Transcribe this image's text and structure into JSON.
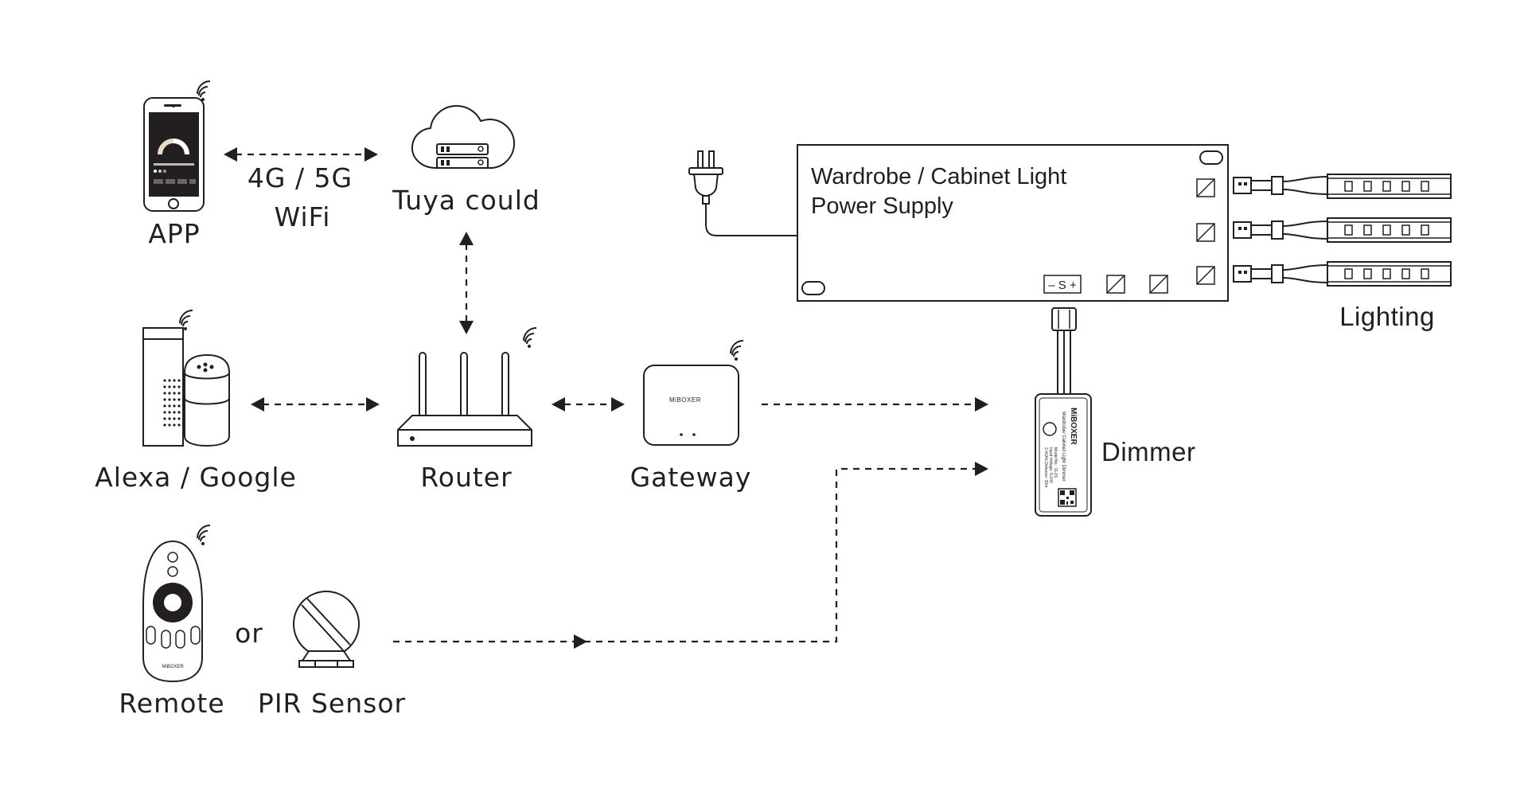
{
  "labels": {
    "app": "APP",
    "network": [
      "4G / 5G",
      "WiFi"
    ],
    "cloud": "Tuya could",
    "alexa": "Alexa / Google",
    "router": "Router",
    "gateway": "Gateway",
    "remote": "Remote",
    "or": "or",
    "pir": "PIR Sensor",
    "dimmer": "Dimmer",
    "lighting": "Lighting",
    "psu_title": [
      "Wardrobe / Cabinet Light",
      "Power Supply"
    ],
    "psu_port": "– S +"
  },
  "brand": {
    "gateway_logo": "MiBOXER",
    "dimmer_logo": "MiBOXER",
    "dimmer_text": [
      "Wardrobe/ Cabinet Light Dimmer",
      "Model No.: CL1S",
      "Input Voltage: 5-24V",
      "2.4GHz Distance: 30m"
    ],
    "remote_logo": "MiBOXER"
  },
  "colors": {
    "line": "#231f20",
    "background": "#ffffff"
  }
}
